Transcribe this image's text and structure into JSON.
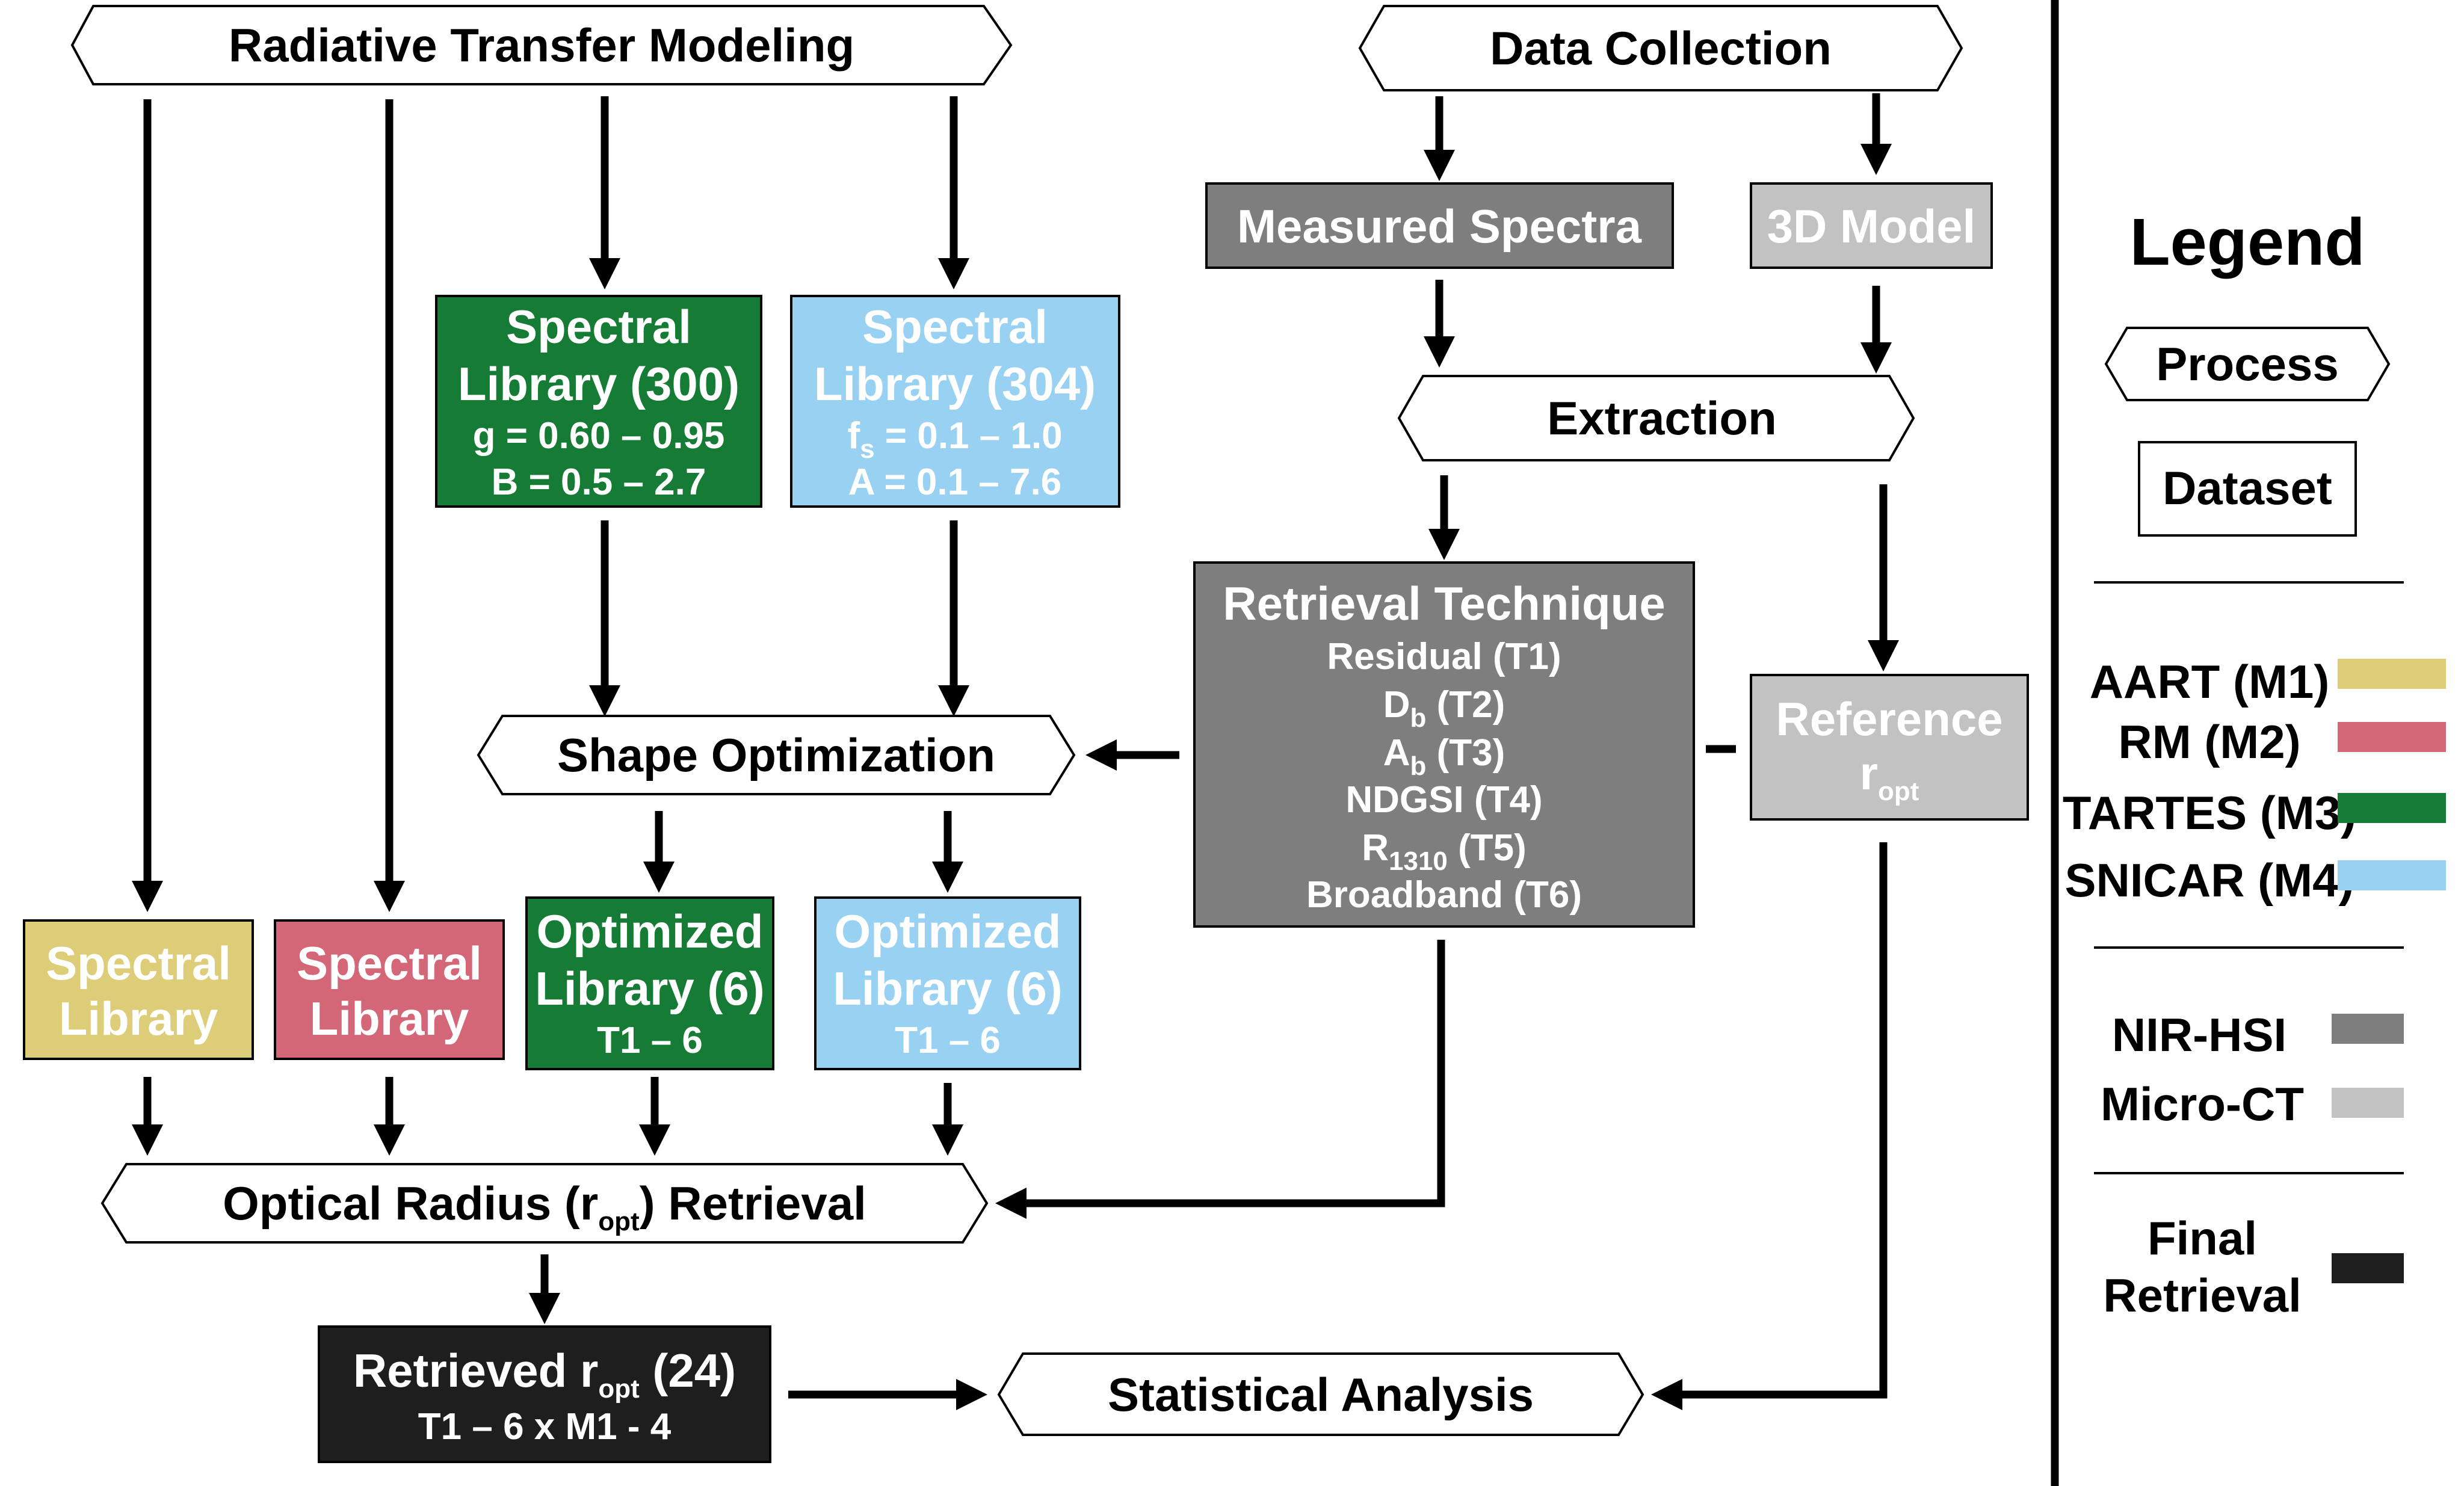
{
  "colors": {
    "aart": "#ddcd78",
    "rm": "#d36677",
    "tartes": "#167b34",
    "snicar": "#98d1f2",
    "nir_hsi": "#7e7e7e",
    "micro_ct": "#c2c2c2",
    "final": "#1e1e1e"
  },
  "processes": {
    "rtm": "Radiative Transfer Modeling",
    "data_collection": "Data Collection",
    "extraction": "Extraction",
    "shape_optimization": "Shape Optimization",
    "radius_retrieval": {
      "pre": "Optical Radius (r",
      "sub": "opt",
      "post": ") Retrieval"
    },
    "statistical_analysis": "Statistical Analysis"
  },
  "datasets": {
    "measured_spectra": "Measured Spectra",
    "model_3d": "3D Model",
    "tartes_library": {
      "line1": "Spectral",
      "line2": "Library (300)",
      "line3": "g = 0.60 – 0.95",
      "line4": "B = 0.5 – 2.7"
    },
    "snicar_library": {
      "line1": "Spectral",
      "line2": "Library (304)",
      "line3_pre": "f",
      "line3_sub": "s",
      "line3_post": " = 0.1 – 1.0",
      "line4": "A = 0.1 – 7.6"
    },
    "aart_library": {
      "line1": "Spectral",
      "line2": "Library"
    },
    "rm_library": {
      "line1": "Spectral",
      "line2": "Library"
    },
    "tartes_optimized": {
      "line1": "Optimized",
      "line2": "Library (6)",
      "line3": "T1 – 6"
    },
    "snicar_optimized": {
      "line1": "Optimized",
      "line2": "Library (6)",
      "line3": "T1 – 6"
    },
    "retrieval_technique": {
      "title": "Retrieval Technique",
      "t1": "Residual (T1)",
      "t2": {
        "pre": "D",
        "sub": "b",
        "post": " (T2)"
      },
      "t3": {
        "pre": "A",
        "sub": "b",
        "post": " (T3)"
      },
      "t4": "NDGSI (T4)",
      "t5": {
        "pre": "R",
        "sub": "1310",
        "post": " (T5)"
      },
      "t6": "Broadband (T6)"
    },
    "reference": {
      "line1": "Reference",
      "pre": "r",
      "sub": "opt"
    },
    "retrieved": {
      "pre": "Retrieved r",
      "sub": "opt",
      "post": " (24)",
      "line2": "T1 – 6  x  M1 - 4"
    }
  },
  "legend": {
    "title": "Legend",
    "process": "Process",
    "dataset": "Dataset",
    "models": [
      {
        "label": "AART (M1)",
        "color": "#ddcd78"
      },
      {
        "label": "RM (M2)",
        "color": "#d36677"
      },
      {
        "label": "TARTES (M3)",
        "color": "#167b34"
      },
      {
        "label": "SNICAR (M4)",
        "color": "#98d1f2"
      }
    ],
    "instruments": [
      {
        "label": "NIR-HSI",
        "color": "#7e7e7e"
      },
      {
        "label": "Micro-CT",
        "color": "#c2c2c2"
      }
    ],
    "final": {
      "line1": "Final",
      "line2": "Retrieval",
      "color": "#1e1e1e"
    }
  }
}
